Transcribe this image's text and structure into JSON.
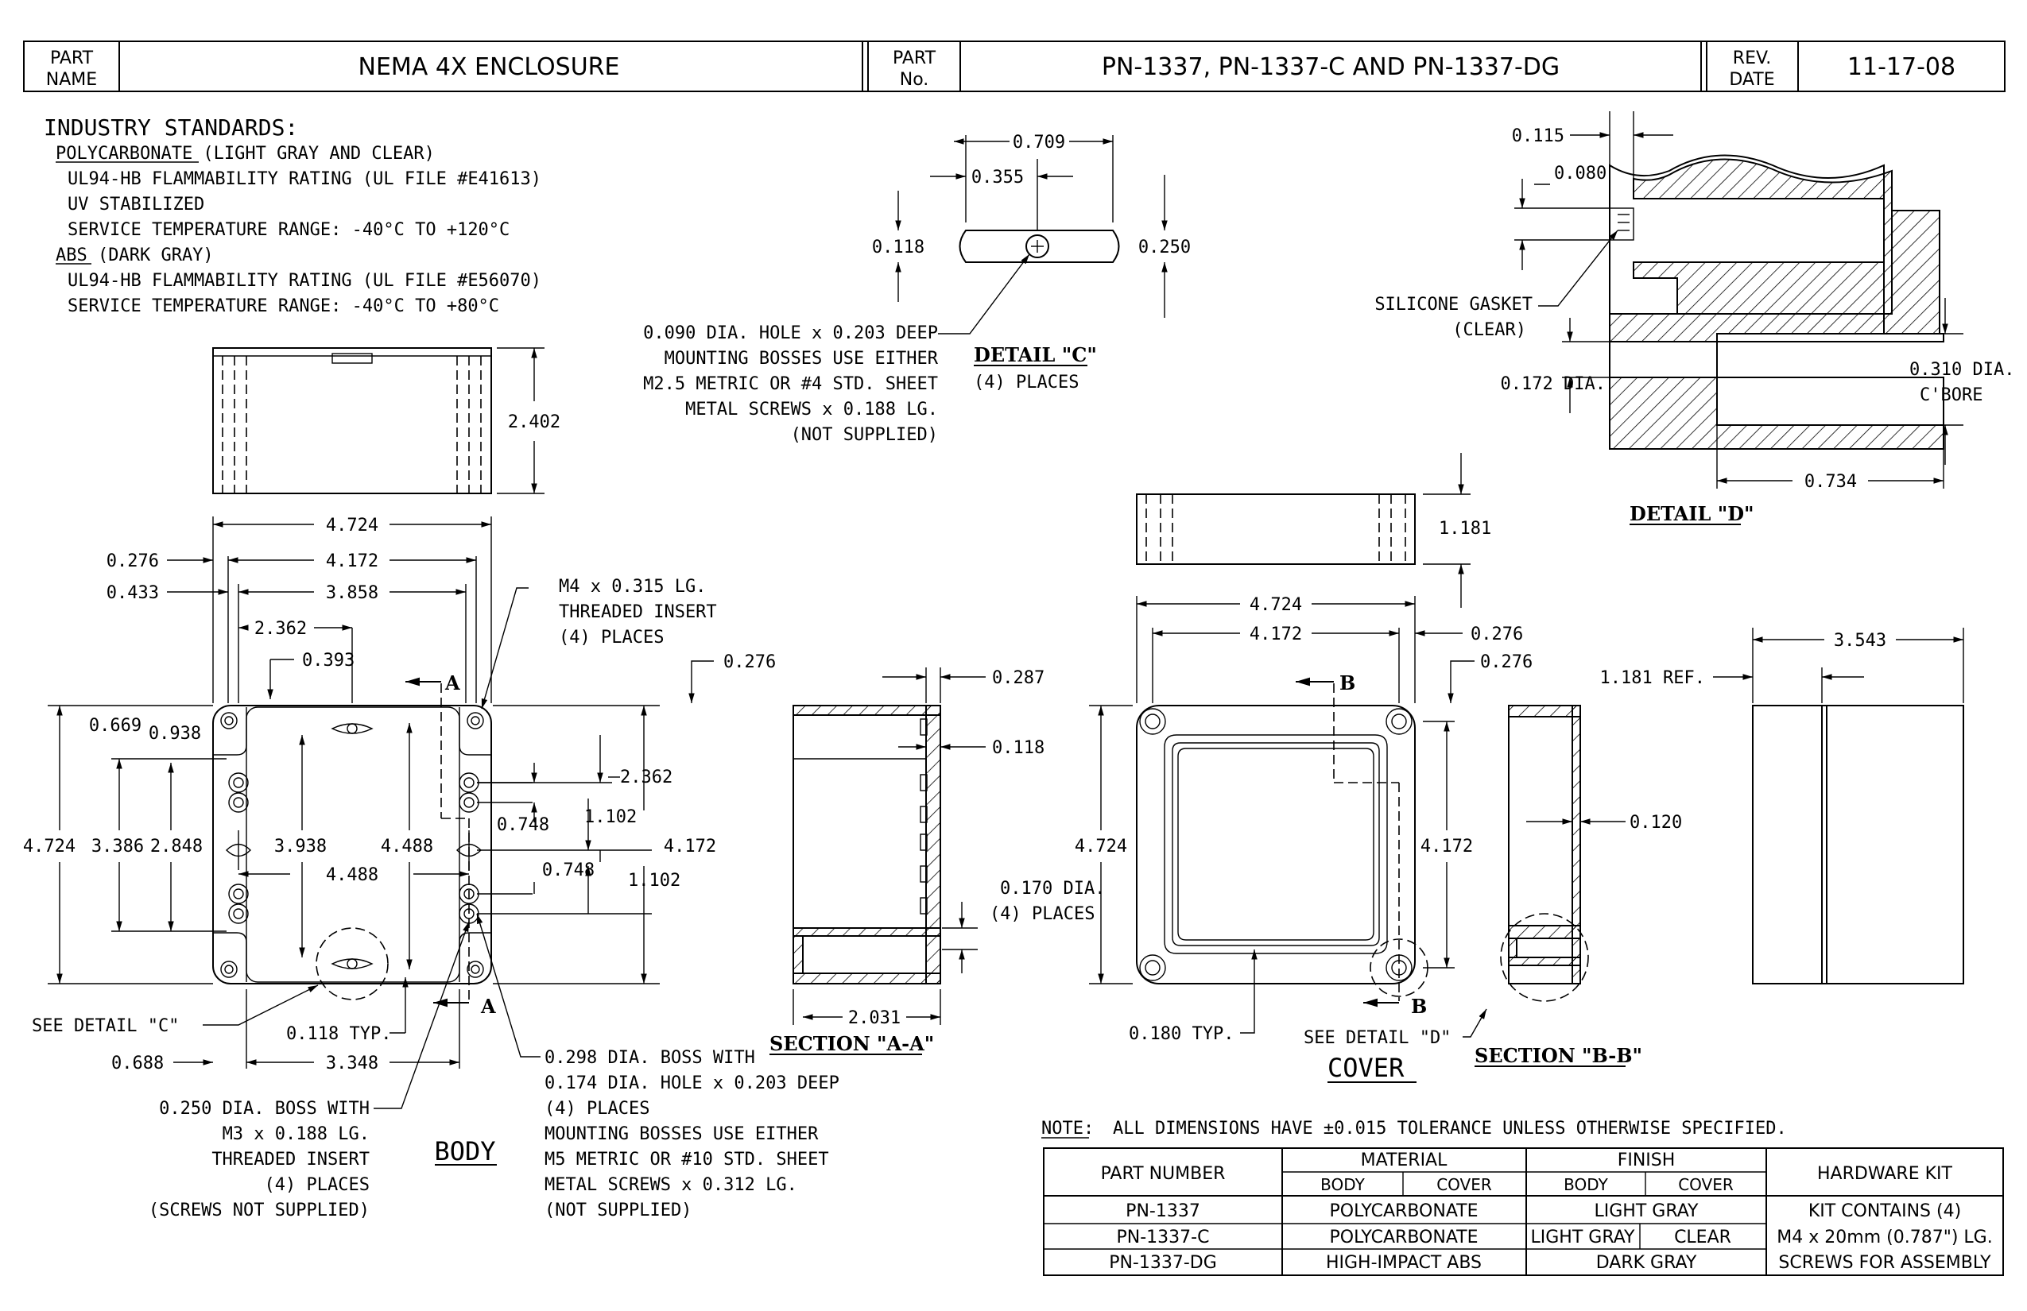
{
  "title_block": {
    "part_name_label_1": "PART",
    "part_name_label_2": "NAME",
    "part_name": "NEMA 4X ENCLOSURE",
    "part_no_label_1": "PART",
    "part_no_label_2": "No.",
    "part_no": "PN-1337, PN-1337-C AND PN-1337-DG",
    "rev_label_1": "REV.",
    "rev_label_2": "DATE",
    "rev_date": "11-17-08"
  },
  "standards": {
    "heading": "INDUSTRY STANDARDS:",
    "lines": [
      "POLYCARBONATE (LIGHT GRAY AND CLEAR)",
      "UL94-HB FLAMMABILITY RATING (UL FILE #E41613)",
      "UV STABILIZED",
      "SERVICE TEMPERATURE RANGE:  -40°C TO +120°C",
      "ABS (DARK GRAY)",
      "UL94-HB FLAMMABILITY RATING (UL FILE #E56070)",
      "SERVICE TEMPERATURE RANGE:  -40°C TO +80°C"
    ]
  },
  "detail_c": {
    "dims": [
      "0.709",
      "0.355",
      "0.118",
      "0.250"
    ],
    "title": "DETAIL \"C\"",
    "places": "(4) PLACES",
    "note": [
      "0.090 DIA. HOLE x 0.203 DEEP",
      "MOUNTING BOSSES USE EITHER",
      "M2.5 METRIC OR #4 STD. SHEET",
      "METAL SCREWS x 0.188 LG.",
      "(NOT SUPPLIED)"
    ]
  },
  "detail_d": {
    "dims": [
      "0.115",
      "0.080",
      "0.172 DIA.",
      "0.310 DIA.",
      "C'BORE",
      "0.734"
    ],
    "gasket": [
      "SILICONE GASKET",
      "(CLEAR)"
    ],
    "title": "DETAIL \"D\""
  },
  "body": {
    "side_height": "2.402",
    "dims_top": [
      "4.724",
      "4.172",
      "3.858",
      "2.362",
      "0.393"
    ],
    "dims_left_labels": [
      "0.276",
      "0.433"
    ],
    "dims_vert": [
      "4.724",
      "3.386",
      "2.848",
      "3.938",
      "4.488"
    ],
    "dims_misc": [
      "0.669",
      "0.938",
      "4.488",
      "2.362",
      "1.102",
      "0.748",
      "0.748",
      "1.102",
      "4.172",
      "0.276"
    ],
    "insert_note": [
      "M4 x 0.315 LG.",
      "THREADED INSERT",
      "(4) PLACES"
    ],
    "section_mark": "A",
    "see_detail_c": "SEE DETAIL \"C\"",
    "typ": "0.118 TYP.",
    "bottom_dims": [
      "0.688",
      "3.348"
    ],
    "boss_note": [
      "0.250 DIA. BOSS WITH",
      "M3 x 0.188 LG.",
      "THREADED INSERT",
      "(4) PLACES",
      "(SCREWS NOT SUPPLIED)"
    ],
    "boss_note_2": [
      "0.298 DIA. BOSS WITH",
      "0.174 DIA. HOLE x 0.203 DEEP",
      "(4) PLACES",
      "MOUNTING BOSSES USE EITHER",
      "M5 METRIC OR #10 STD. SHEET",
      "METAL SCREWS x 0.312 LG.",
      "(NOT SUPPLIED)"
    ],
    "label": "BODY"
  },
  "section_aa": {
    "dims": [
      "0.287",
      "0.118",
      "0.170 DIA.",
      "(4) PLACES",
      "2.031"
    ],
    "title": "SECTION \"A-A\""
  },
  "cover": {
    "side_height": "1.181",
    "dims": [
      "4.724",
      "4.172",
      "0.276",
      "0.276",
      "4.724",
      "4.172"
    ],
    "section_mark": "B",
    "typ": "0.180 TYP.",
    "see_detail_d": "SEE DETAIL \"D\"",
    "label": "COVER"
  },
  "section_bb": {
    "dim": "0.120",
    "title": "SECTION \"B-B\""
  },
  "hardware_view": {
    "dims": [
      "1.181 REF.",
      "3.543"
    ]
  },
  "note": {
    "label": "NOTE:",
    "text": "ALL DIMENSIONS HAVE ±0.015 TOLERANCE UNLESS OTHERWISE SPECIFIED."
  },
  "table": {
    "h_part": "PART NUMBER",
    "h_material": "MATERIAL",
    "h_finish": "FINISH",
    "h_kit": "HARDWARE KIT",
    "h_body": "BODY",
    "h_cover": "COVER",
    "rows": [
      {
        "part": "PN-1337",
        "material": "POLYCARBONATE",
        "finish": "LIGHT GRAY"
      },
      {
        "part": "PN-1337-C",
        "material": "POLYCARBONATE",
        "finish_body": "LIGHT GRAY",
        "finish_cover": "CLEAR"
      },
      {
        "part": "PN-1337-DG",
        "material": "HIGH-IMPACT ABS",
        "finish": "DARK GRAY"
      }
    ],
    "kit": [
      "KIT CONTAINS (4)",
      "M4 x 20mm (0.787\") LG.",
      "SCREWS FOR ASSEMBLY"
    ]
  }
}
